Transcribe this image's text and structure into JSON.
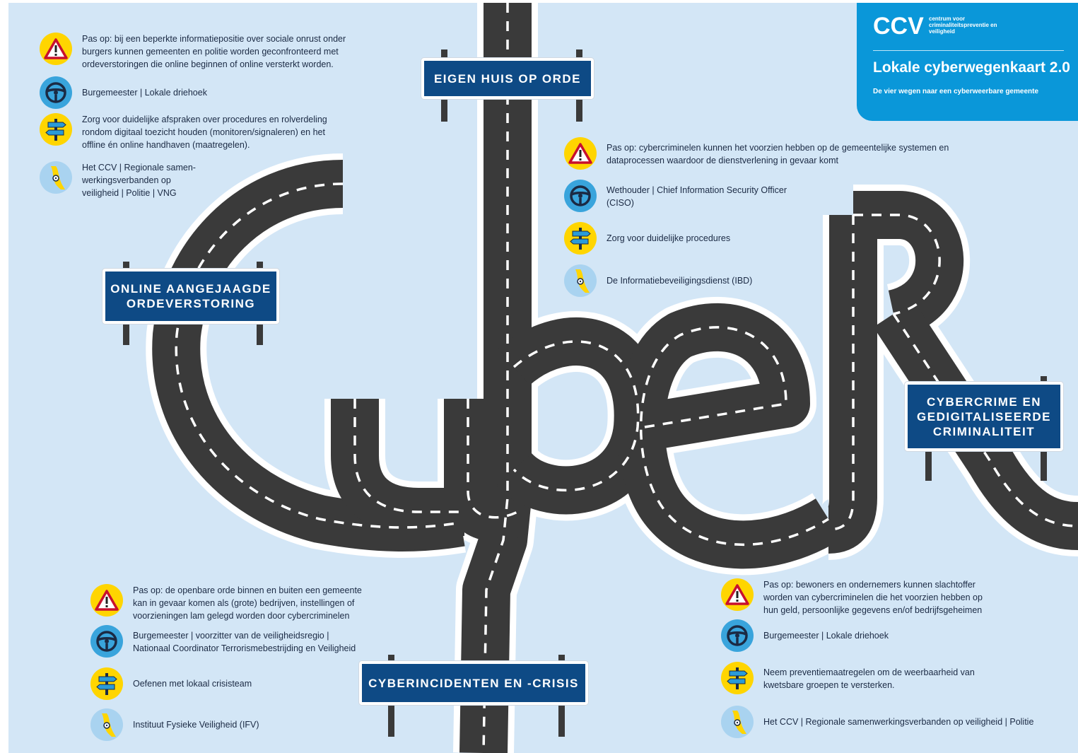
{
  "brand": {
    "logo": "CCV",
    "org_lines": [
      "centrum voor",
      "criminaliteitspreventie en",
      "veiligheid"
    ],
    "title": "Lokale cyberwegenkaart 2.0",
    "subtitle": "De vier wegen naar een cyberweerbare gemeente",
    "color": "#0a97d9"
  },
  "signs": {
    "online": [
      "ONLINE AANGEJAAGDE",
      "ORDEVERSTORING"
    ],
    "eigen": [
      "EIGEN HUIS OP ORDE"
    ],
    "crime": [
      "CYBERCRIME EN",
      "GEDIGITALISEERDE",
      "CRIMINALITEIT"
    ],
    "incident": [
      "CYBERINCIDENTEN EN -CRISIS"
    ]
  },
  "icons": {
    "warning": "warning-triangle-icon",
    "steering": "steering-wheel-icon",
    "signpost": "signpost-icon",
    "map": "map-pin-icon"
  },
  "panels": {
    "online": {
      "warning": [
        "Pas op: bij een beperkte informatiepositie over sociale onrust onder",
        "burgers kunnen gemeenten en politie worden geconfronteerd met",
        "ordeverstoringen die online beginnen of online versterkt worden."
      ],
      "steering": [
        "Burgemeester | Lokale driehoek"
      ],
      "signpost": [
        "Zorg voor duidelijke afspraken over procedures en rolverdeling",
        "rondom digitaal toezicht houden (monitoren/signaleren) en het",
        "offline én online handhaven (maatregelen)."
      ],
      "map": [
        "Het CCV | Regionale samen-",
        "werkingsverbanden op",
        "veiligheid | Politie | VNG"
      ]
    },
    "eigen": {
      "warning": [
        "Pas op: cybercriminelen kunnen het voorzien hebben op de gemeentelijke systemen en",
        "dataprocessen waardoor de dienstverlening in gevaar komt"
      ],
      "steering": [
        "Wethouder |  Chief Information Security Officer",
        "(CISO)"
      ],
      "signpost": [
        "Zorg voor duidelijke procedures"
      ],
      "map": [
        "De Informatiebeveiligingsdienst (IBD)"
      ]
    },
    "incident": {
      "warning": [
        "Pas op: de openbare orde binnen en buiten een gemeente",
        "kan in gevaar komen als (grote) bedrijven, instellingen of",
        "voorzieningen lam gelegd worden door cybercriminelen"
      ],
      "steering": [
        "Burgemeester | voorzitter van de veiligheidsregio |",
        "Nationaal Coordinator Terrorismebestrijding en Veiligheid"
      ],
      "signpost": [
        "Oefenen met lokaal crisisteam"
      ],
      "map": [
        "Instituut Fysieke Veiligheid (IFV)"
      ]
    },
    "crime": {
      "warning": [
        "Pas op: bewoners en ondernemers kunnen slachtoffer",
        "worden van cybercriminelen die het voorzien hebben op",
        "hun geld, persoonlijke gegevens en/of bedrijfsgeheimen"
      ],
      "steering": [
        "Burgemeester | Lokale driehoek"
      ],
      "signpost": [
        "Neem preventiemaatregelen om de weerbaarheid van",
        "kwetsbare groepen te versterken."
      ],
      "map": [
        "Het CCV | Regionale samenwerkingsverbanden op veiligheid | Politie"
      ]
    }
  }
}
